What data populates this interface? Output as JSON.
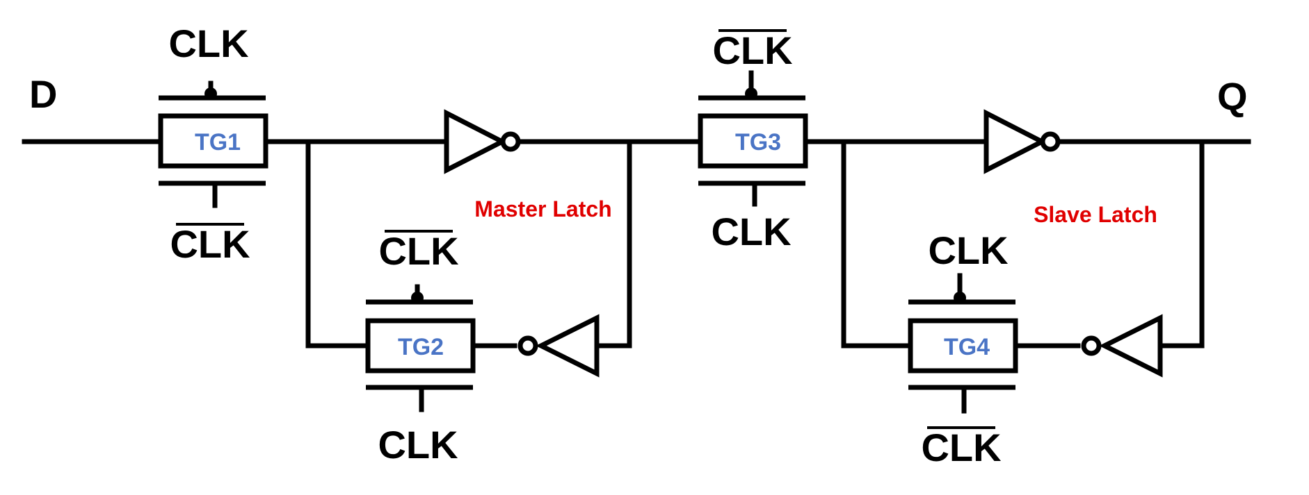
{
  "colors": {
    "wire": "#000000",
    "gate_label": "#4a74c5",
    "latch_label": "#e00000"
  },
  "signals": {
    "input": "D",
    "output": "Q",
    "clk": "CLK",
    "clk_bar": "CLK"
  },
  "gates": {
    "tg1": "TG1",
    "tg2": "TG2",
    "tg3": "TG3",
    "tg4": "TG4"
  },
  "labels": {
    "master": "Master Latch",
    "slave": "Slave Latch"
  }
}
